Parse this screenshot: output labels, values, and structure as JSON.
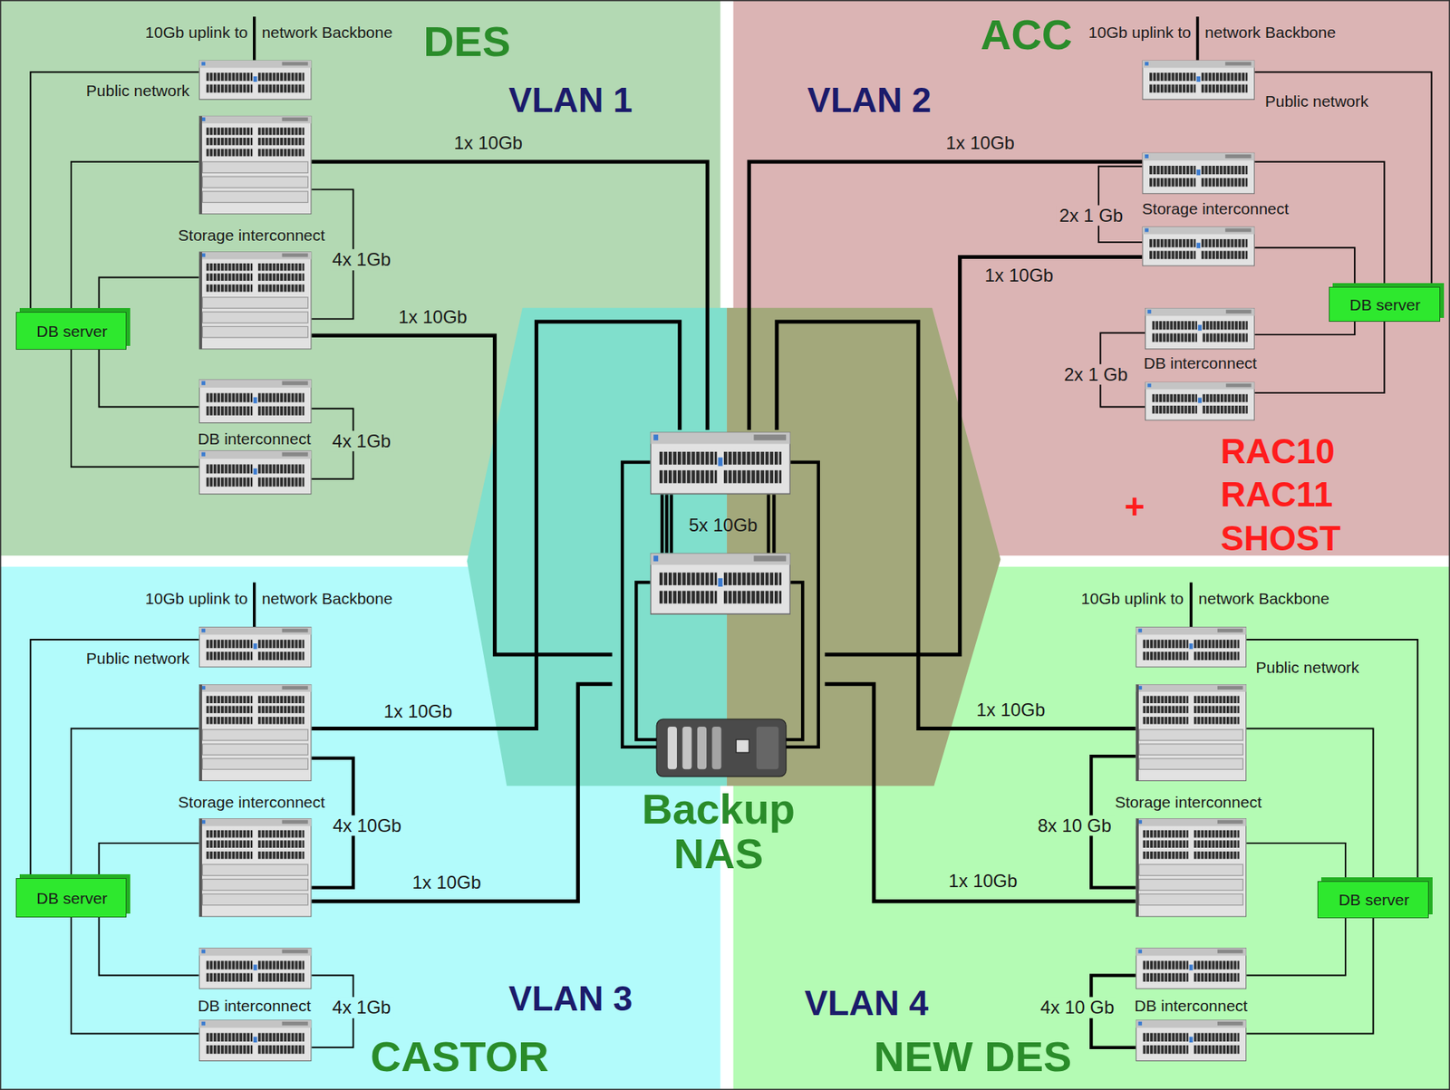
{
  "diagram": {
    "nodes": [
      {
        "text": [
          "DES",
          "VLAN 1"
        ]
      },
      {
        "text": [
          "ACC",
          "VLAN 2"
        ]
      },
      {
        "text": [
          "VLAN 3",
          "CASTOR"
        ]
      },
      {
        "text": [
          "VLAN 4",
          "NEW DES"
        ]
      },
      {
        "text": [
          "Backup NAS"
        ]
      },
      {
        "text": [
          "Public network"
        ],
        "in": 0
      },
      {
        "text": [
          "Storage interconnect"
        ],
        "in": 0
      },
      {
        "text": [
          "DB interconnect"
        ],
        "in": 0
      },
      {
        "text": [
          "DB server"
        ],
        "in": 0
      },
      {
        "text": [
          "Public network"
        ],
        "in": 1
      },
      {
        "text": [
          "Storage interconnect"
        ],
        "in": 1
      },
      {
        "text": [
          "DB interconnect"
        ],
        "in": 1
      },
      {
        "text": [
          "DB server"
        ],
        "in": 1
      },
      {
        "text": [
          "Public network"
        ],
        "in": 2
      },
      {
        "text": [
          "Storage interconnect"
        ],
        "in": 2
      },
      {
        "text": [
          "DB interconnect"
        ],
        "in": 2
      },
      {
        "text": [
          "DB server"
        ],
        "in": 2
      },
      {
        "text": [
          "Public network"
        ],
        "in": 3
      },
      {
        "text": [
          "Storage interconnect"
        ],
        "in": 3
      },
      {
        "text": [
          "DB interconnect"
        ],
        "in": 3
      },
      {
        "text": [
          "DB server"
        ],
        "in": 3
      }
    ],
    "edges": [
      {
        "from": 8,
        "to": 5,
        "arrow": "none"
      },
      {
        "from": 8,
        "to": 6,
        "arrow": "none"
      },
      {
        "from": 8,
        "to": 7,
        "arrow": "none"
      },
      {
        "from": 6,
        "to": 4,
        "arrow": "none",
        "label": "1x 10Gb"
      },
      {
        "from": 6,
        "to": 4,
        "arrow": "none",
        "label": "1x 10Gb"
      },
      {
        "from": 12,
        "to": 9,
        "arrow": "none"
      },
      {
        "from": 12,
        "to": 10,
        "arrow": "none"
      },
      {
        "from": 12,
        "to": 11,
        "arrow": "none"
      },
      {
        "from": 10,
        "to": 4,
        "arrow": "none",
        "label": "1x 10Gb"
      },
      {
        "from": 10,
        "to": 4,
        "arrow": "none",
        "label": "1x 10Gb"
      },
      {
        "from": 16,
        "to": 13,
        "arrow": "none"
      },
      {
        "from": 16,
        "to": 14,
        "arrow": "none"
      },
      {
        "from": 16,
        "to": 15,
        "arrow": "none"
      },
      {
        "from": 14,
        "to": 4,
        "arrow": "none",
        "label": "1x 10Gb"
      },
      {
        "from": 14,
        "to": 4,
        "arrow": "none",
        "label": "1x 10Gb"
      },
      {
        "from": 20,
        "to": 17,
        "arrow": "none"
      },
      {
        "from": 20,
        "to": 18,
        "arrow": "none"
      },
      {
        "from": 20,
        "to": 19,
        "arrow": "none"
      },
      {
        "from": 18,
        "to": 4,
        "arrow": "none",
        "label": "1x 10Gb"
      },
      {
        "from": 18,
        "to": 4,
        "arrow": "none",
        "label": "1x 10Gb"
      }
    ],
    "labels": [
      "10Gb uplink to",
      "network Backbone",
      "4x 1Gb",
      "4x 1Gb",
      "10Gb uplink to",
      "network Backbone",
      "2x 1 Gb",
      "2x 1 Gb",
      "+",
      "RAC10",
      "RAC11",
      "SHOST",
      "5x 10Gb",
      "10Gb uplink to",
      "network Backbone",
      "4x 10Gb",
      "4x 1Gb",
      "10Gb uplink to",
      "network Backbone",
      "8x 10 Gb",
      "4x 10 Gb"
    ]
  }
}
